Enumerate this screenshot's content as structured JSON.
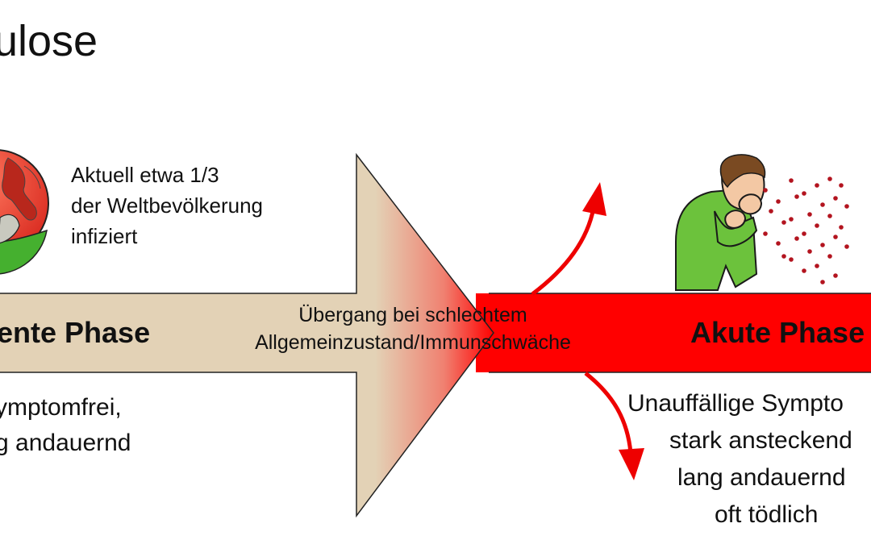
{
  "title": "ulose",
  "globe_caption": {
    "line1": "Aktuell etwa 1/3",
    "line2": "der Weltbevölkerung",
    "line3": "infiziert"
  },
  "latent": {
    "label": "ente Phase",
    "symptoms_line1": "ymptomfrei,",
    "symptoms_line2": "g andauernd"
  },
  "transition": {
    "line1": "Übergang bei schlechtem",
    "line2": "Allgemeinzustand/Immunschwäche"
  },
  "acute": {
    "label": "Akute Phase",
    "symptoms_line1": "Unauffällige Sympto",
    "symptoms_line2": "stark ansteckend",
    "symptoms_line3": "lang andauernd",
    "symptoms_line4": "oft tödlich"
  },
  "colors": {
    "latent_band": "#e3d2b6",
    "acute_band": "#ff0000",
    "curved_arrows": "#ee0000",
    "person_shirt": "#6cc23c",
    "droplets": "#b3141f",
    "globe_red": "#e8413a",
    "globe_green": "#45b02f"
  },
  "icons": [
    "globe-icon",
    "coughing-person-icon",
    "droplets-icon",
    "curved-arrow-up-icon",
    "curved-arrow-down-icon"
  ]
}
